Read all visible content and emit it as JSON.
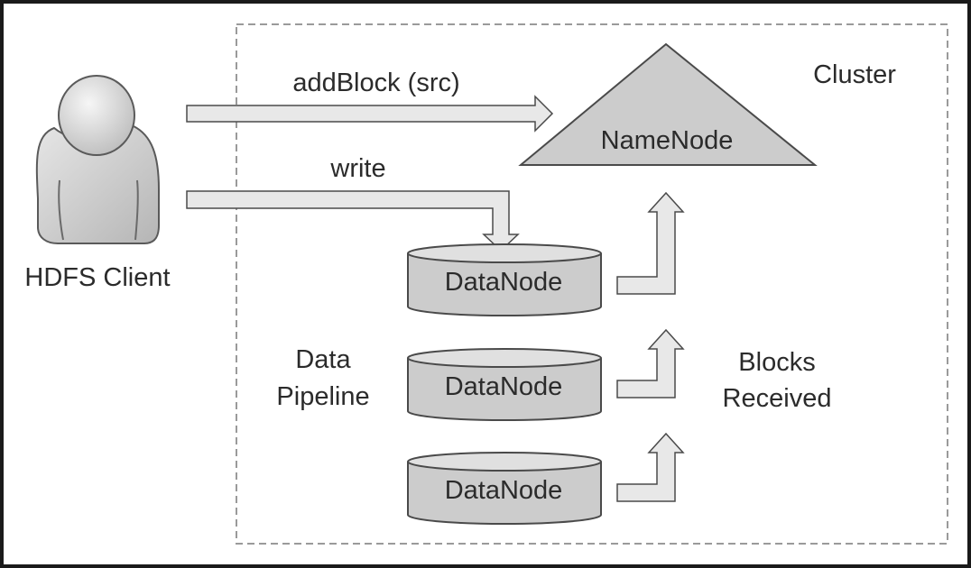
{
  "client": {
    "label": "HDFS Client",
    "icon": "user-icon"
  },
  "cluster": {
    "label": "Cluster"
  },
  "namenode": {
    "label": "NameNode"
  },
  "datanodes": [
    {
      "label": "DataNode"
    },
    {
      "label": "DataNode"
    },
    {
      "label": "DataNode"
    }
  ],
  "arrows": {
    "add_block": "addBlock (src)",
    "write": "write"
  },
  "pipeline": {
    "line1": "Data",
    "line2": "Pipeline"
  },
  "blocks_received": {
    "line1": "Blocks",
    "line2": "Received"
  },
  "colors": {
    "border": "#1a1a1a",
    "fill_light": "#e8e8e8",
    "fill_node": "#cccccc",
    "stroke": "#4a4a4a",
    "dash": "#9a9a9a"
  }
}
